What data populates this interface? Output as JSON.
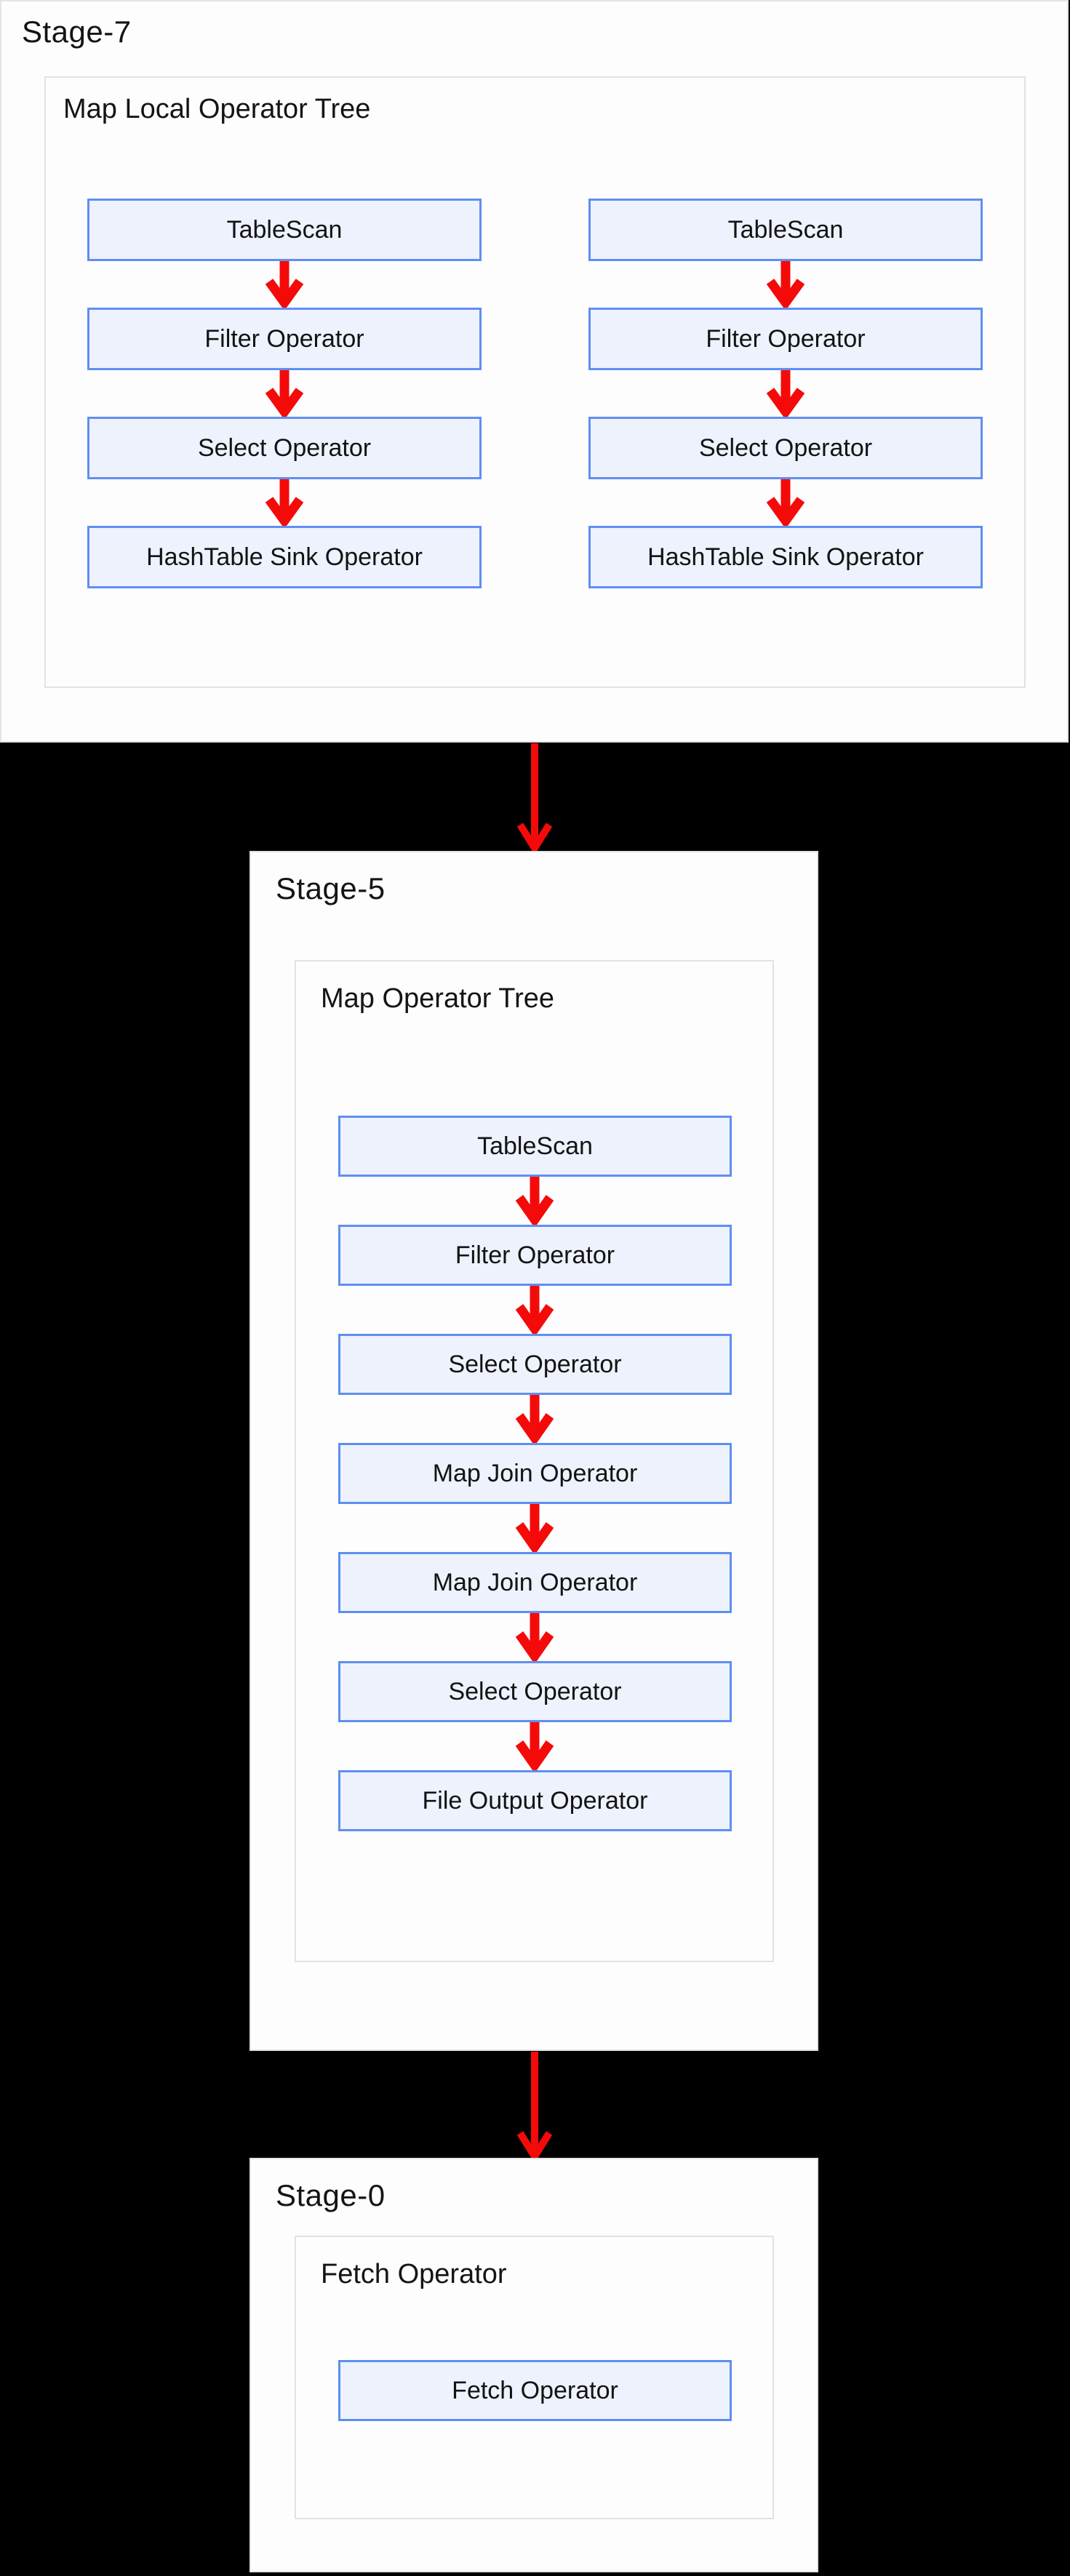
{
  "diagram": {
    "kind": "hive-query-execution-plan",
    "stages": [
      {
        "title": "Stage-7",
        "section_title": "Map Local Operator Tree",
        "chains": [
          {
            "nodes": [
              "TableScan",
              "Filter Operator",
              "Select Operator",
              "HashTable Sink Operator"
            ]
          },
          {
            "nodes": [
              "TableScan",
              "Filter Operator",
              "Select Operator",
              "HashTable Sink Operator"
            ]
          }
        ]
      },
      {
        "title": "Stage-5",
        "section_title": "Map Operator Tree",
        "chains": [
          {
            "nodes": [
              "TableScan",
              "Filter Operator",
              "Select Operator",
              "Map Join Operator",
              "Map Join Operator",
              "Select Operator",
              "File Output Operator"
            ]
          }
        ]
      },
      {
        "title": "Stage-0",
        "section_title": "Fetch Operator",
        "chains": [
          {
            "nodes": [
              "Fetch Operator"
            ]
          }
        ]
      }
    ],
    "stage_flow": [
      "Stage-7 → Stage-5",
      "Stage-5 → Stage-0"
    ],
    "colors": {
      "page_background": "#000000",
      "stage_fill": "#fdfdfd",
      "stage_border": "#e4e4e4",
      "section_border": "#e2e2e2",
      "node_fill": "#edf2fd",
      "node_border": "#5f8ff2",
      "arrow": "#f50a0a",
      "text": "#141414"
    }
  }
}
